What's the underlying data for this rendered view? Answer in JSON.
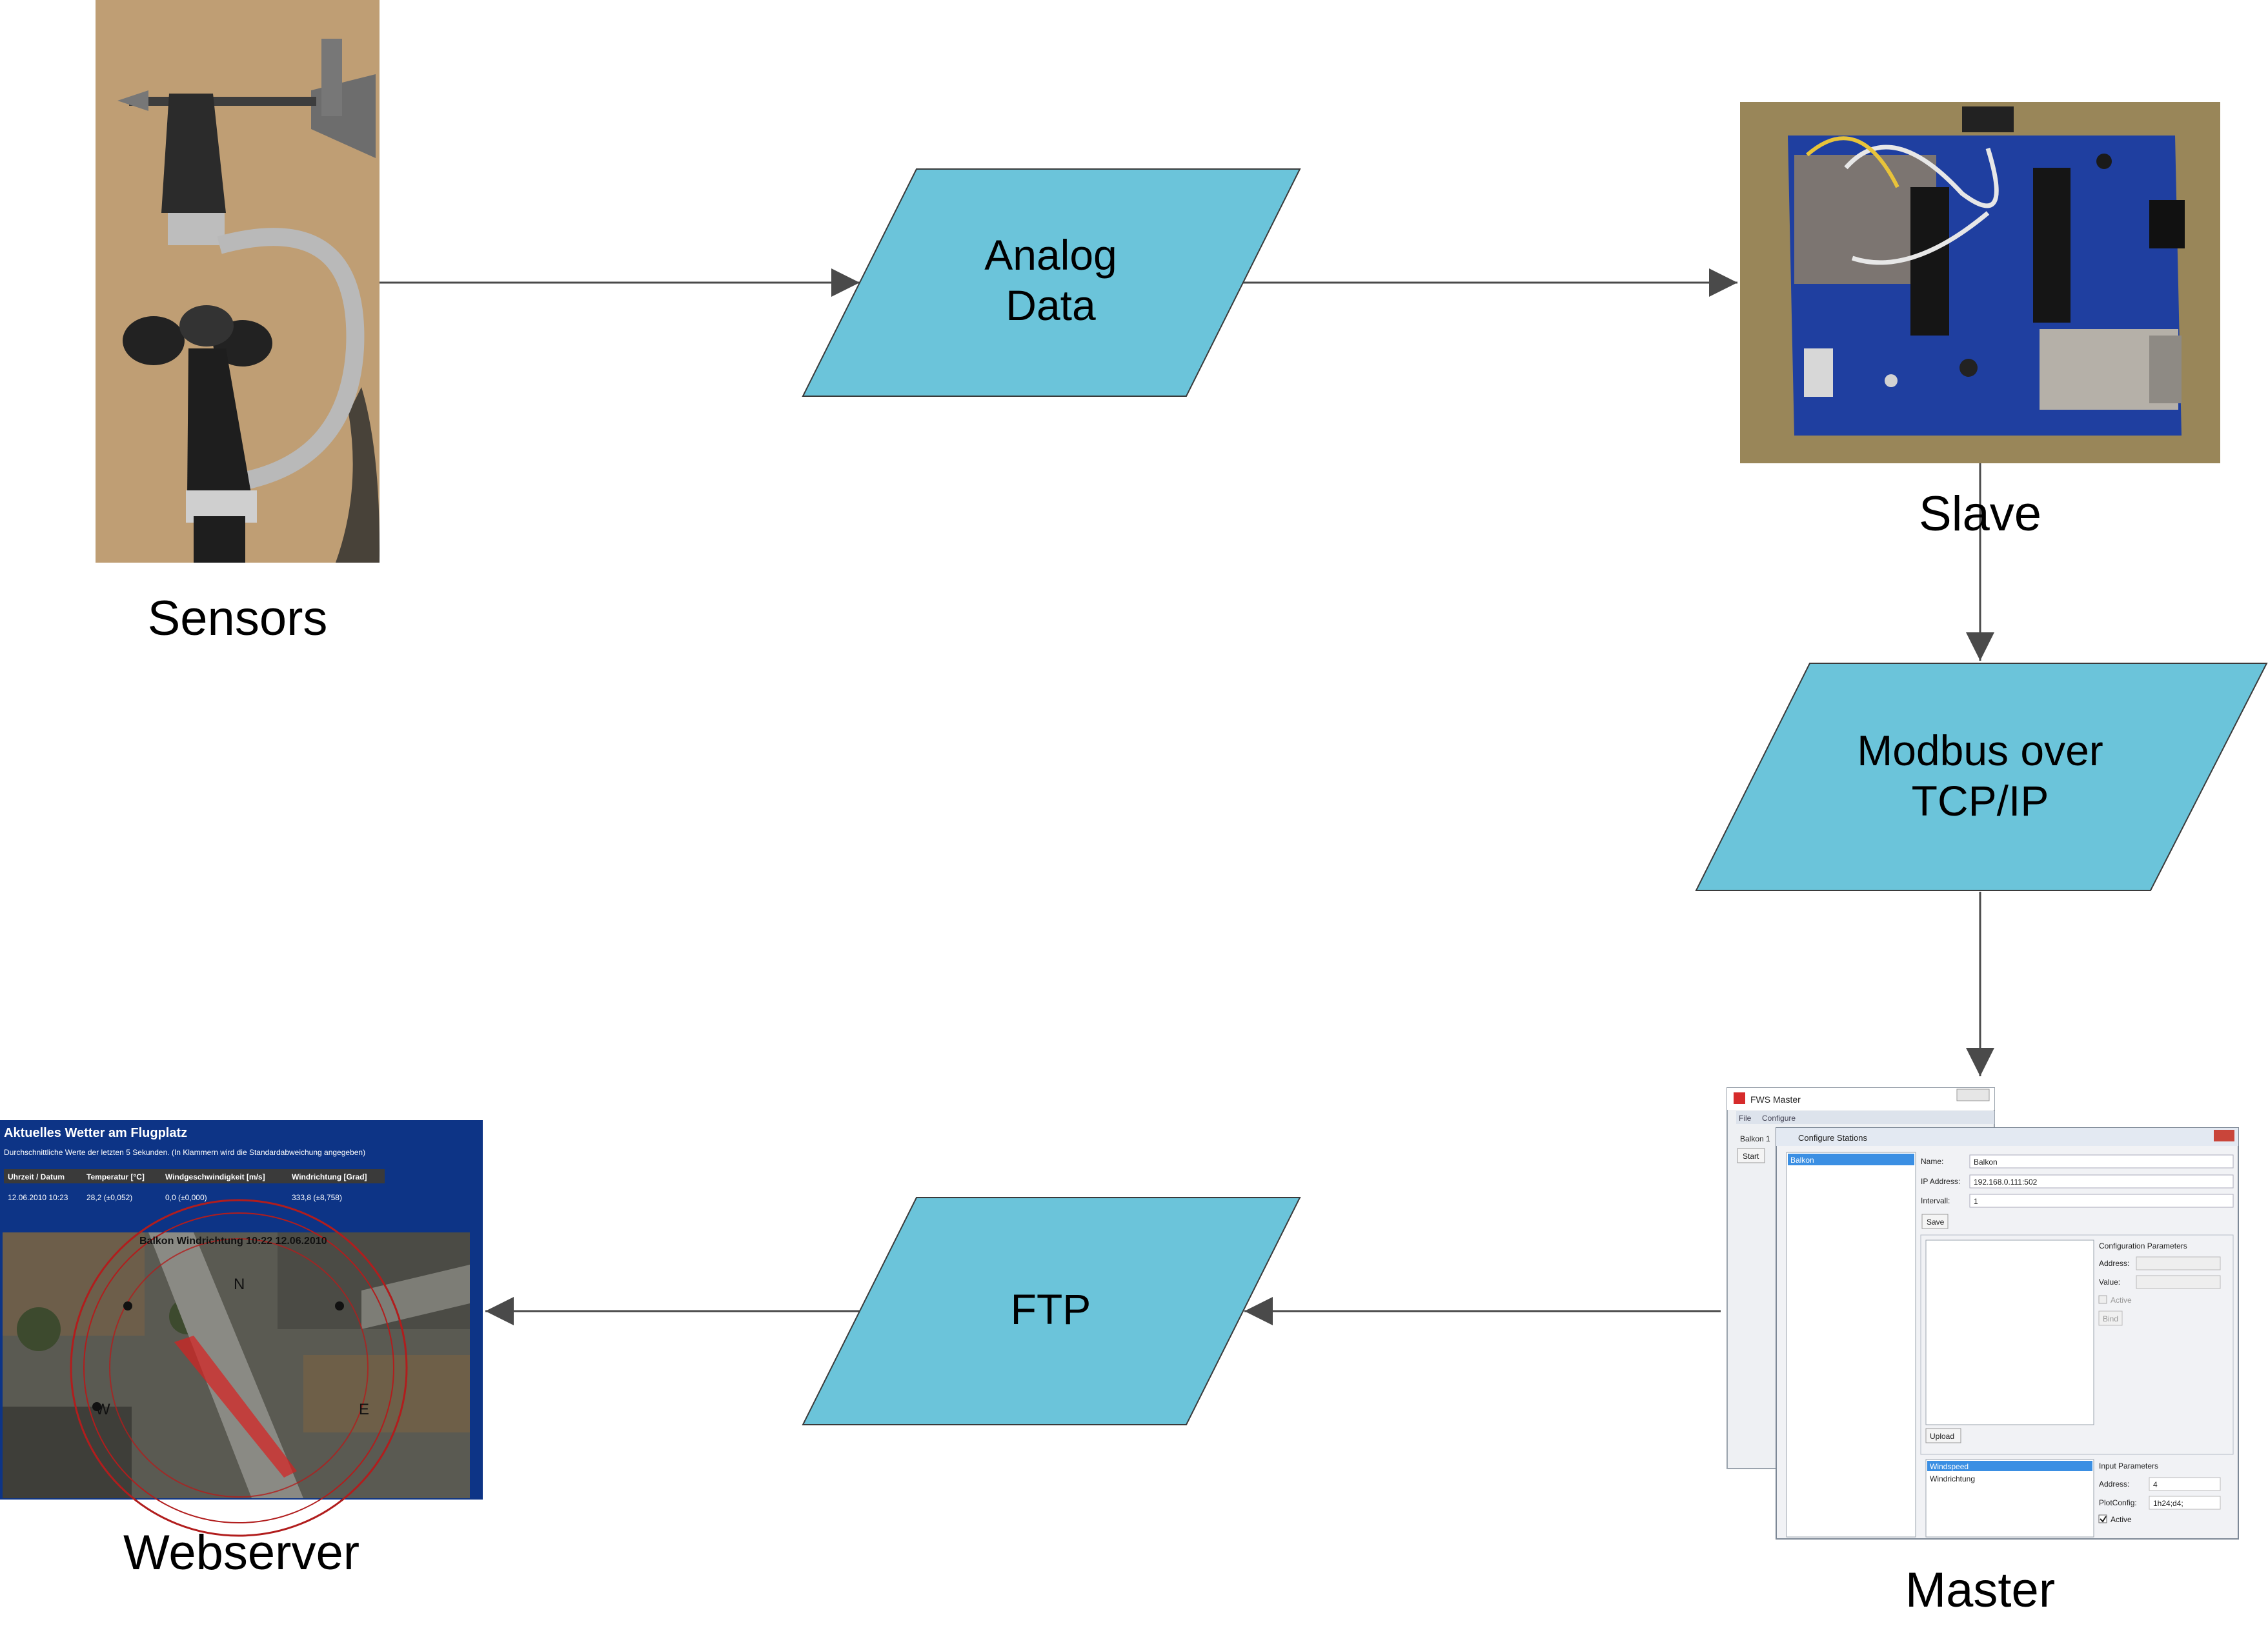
{
  "nodes": {
    "sensors": {
      "label": "Sensors"
    },
    "analog": {
      "line1": "Analog",
      "line2": "Data"
    },
    "slave": {
      "label": "Slave"
    },
    "modbus": {
      "line1": "Modbus over",
      "line2": "TCP/IP"
    },
    "master": {
      "label": "Master"
    },
    "ftp": {
      "label": "FTP"
    },
    "webserver": {
      "label": "Webserver"
    }
  },
  "webserver_screenshot": {
    "title": "Aktuelles Wetter am Flugplatz",
    "subtitle": "Durchschnittliche Werte der letzten 5 Sekunden. (In Klammern wird die Standardabweichung angegeben)",
    "columns": [
      "Uhrzeit / Datum",
      "Temperatur [°C]",
      "Windgeschwindigkeit [m/s]",
      "Windrichtung [Grad]"
    ],
    "row": [
      "12.06.2010 10:23",
      "28,2 (±0,052)",
      "0,0 (±0,000)",
      "333,8 (±8,758)"
    ],
    "map_title": "Balkon Windrichtung 10:22 12.06.2010",
    "compass": {
      "n": "N",
      "w": "W",
      "e": "E"
    }
  },
  "master_screenshot": {
    "main_window_title": "FWS Master",
    "menu": [
      "File",
      "Configure"
    ],
    "station_label": "Balkon 1",
    "start_button": "Start",
    "dialog_title": "Configure Stations",
    "station_item": "Balkon",
    "fields": {
      "name_label": "Name:",
      "name_value": "Balkon",
      "ip_label": "IP Address:",
      "ip_value": "192.168.0.111:502",
      "interval_label": "Intervall:",
      "interval_value": "1"
    },
    "save_button": "Save",
    "config_params_title": "Configuration Parameters",
    "config_address_label": "Address:",
    "config_value_label": "Value:",
    "config_active_label": "Active",
    "bind_button": "Bind",
    "upload_button": "Upload",
    "inputs": [
      "Windspeed",
      "Windrichtung"
    ],
    "input_params_title": "Input Parameters",
    "input_address_label": "Address:",
    "input_address_value": "4",
    "plotconfig_label": "PlotConfig:",
    "plotconfig_value": "1h24;d4;",
    "input_active_label": "Active"
  },
  "colors": {
    "shape_fill": "#6bc4da",
    "shape_stroke": "#3a3a3a",
    "arrow": "#4a4a4a"
  }
}
